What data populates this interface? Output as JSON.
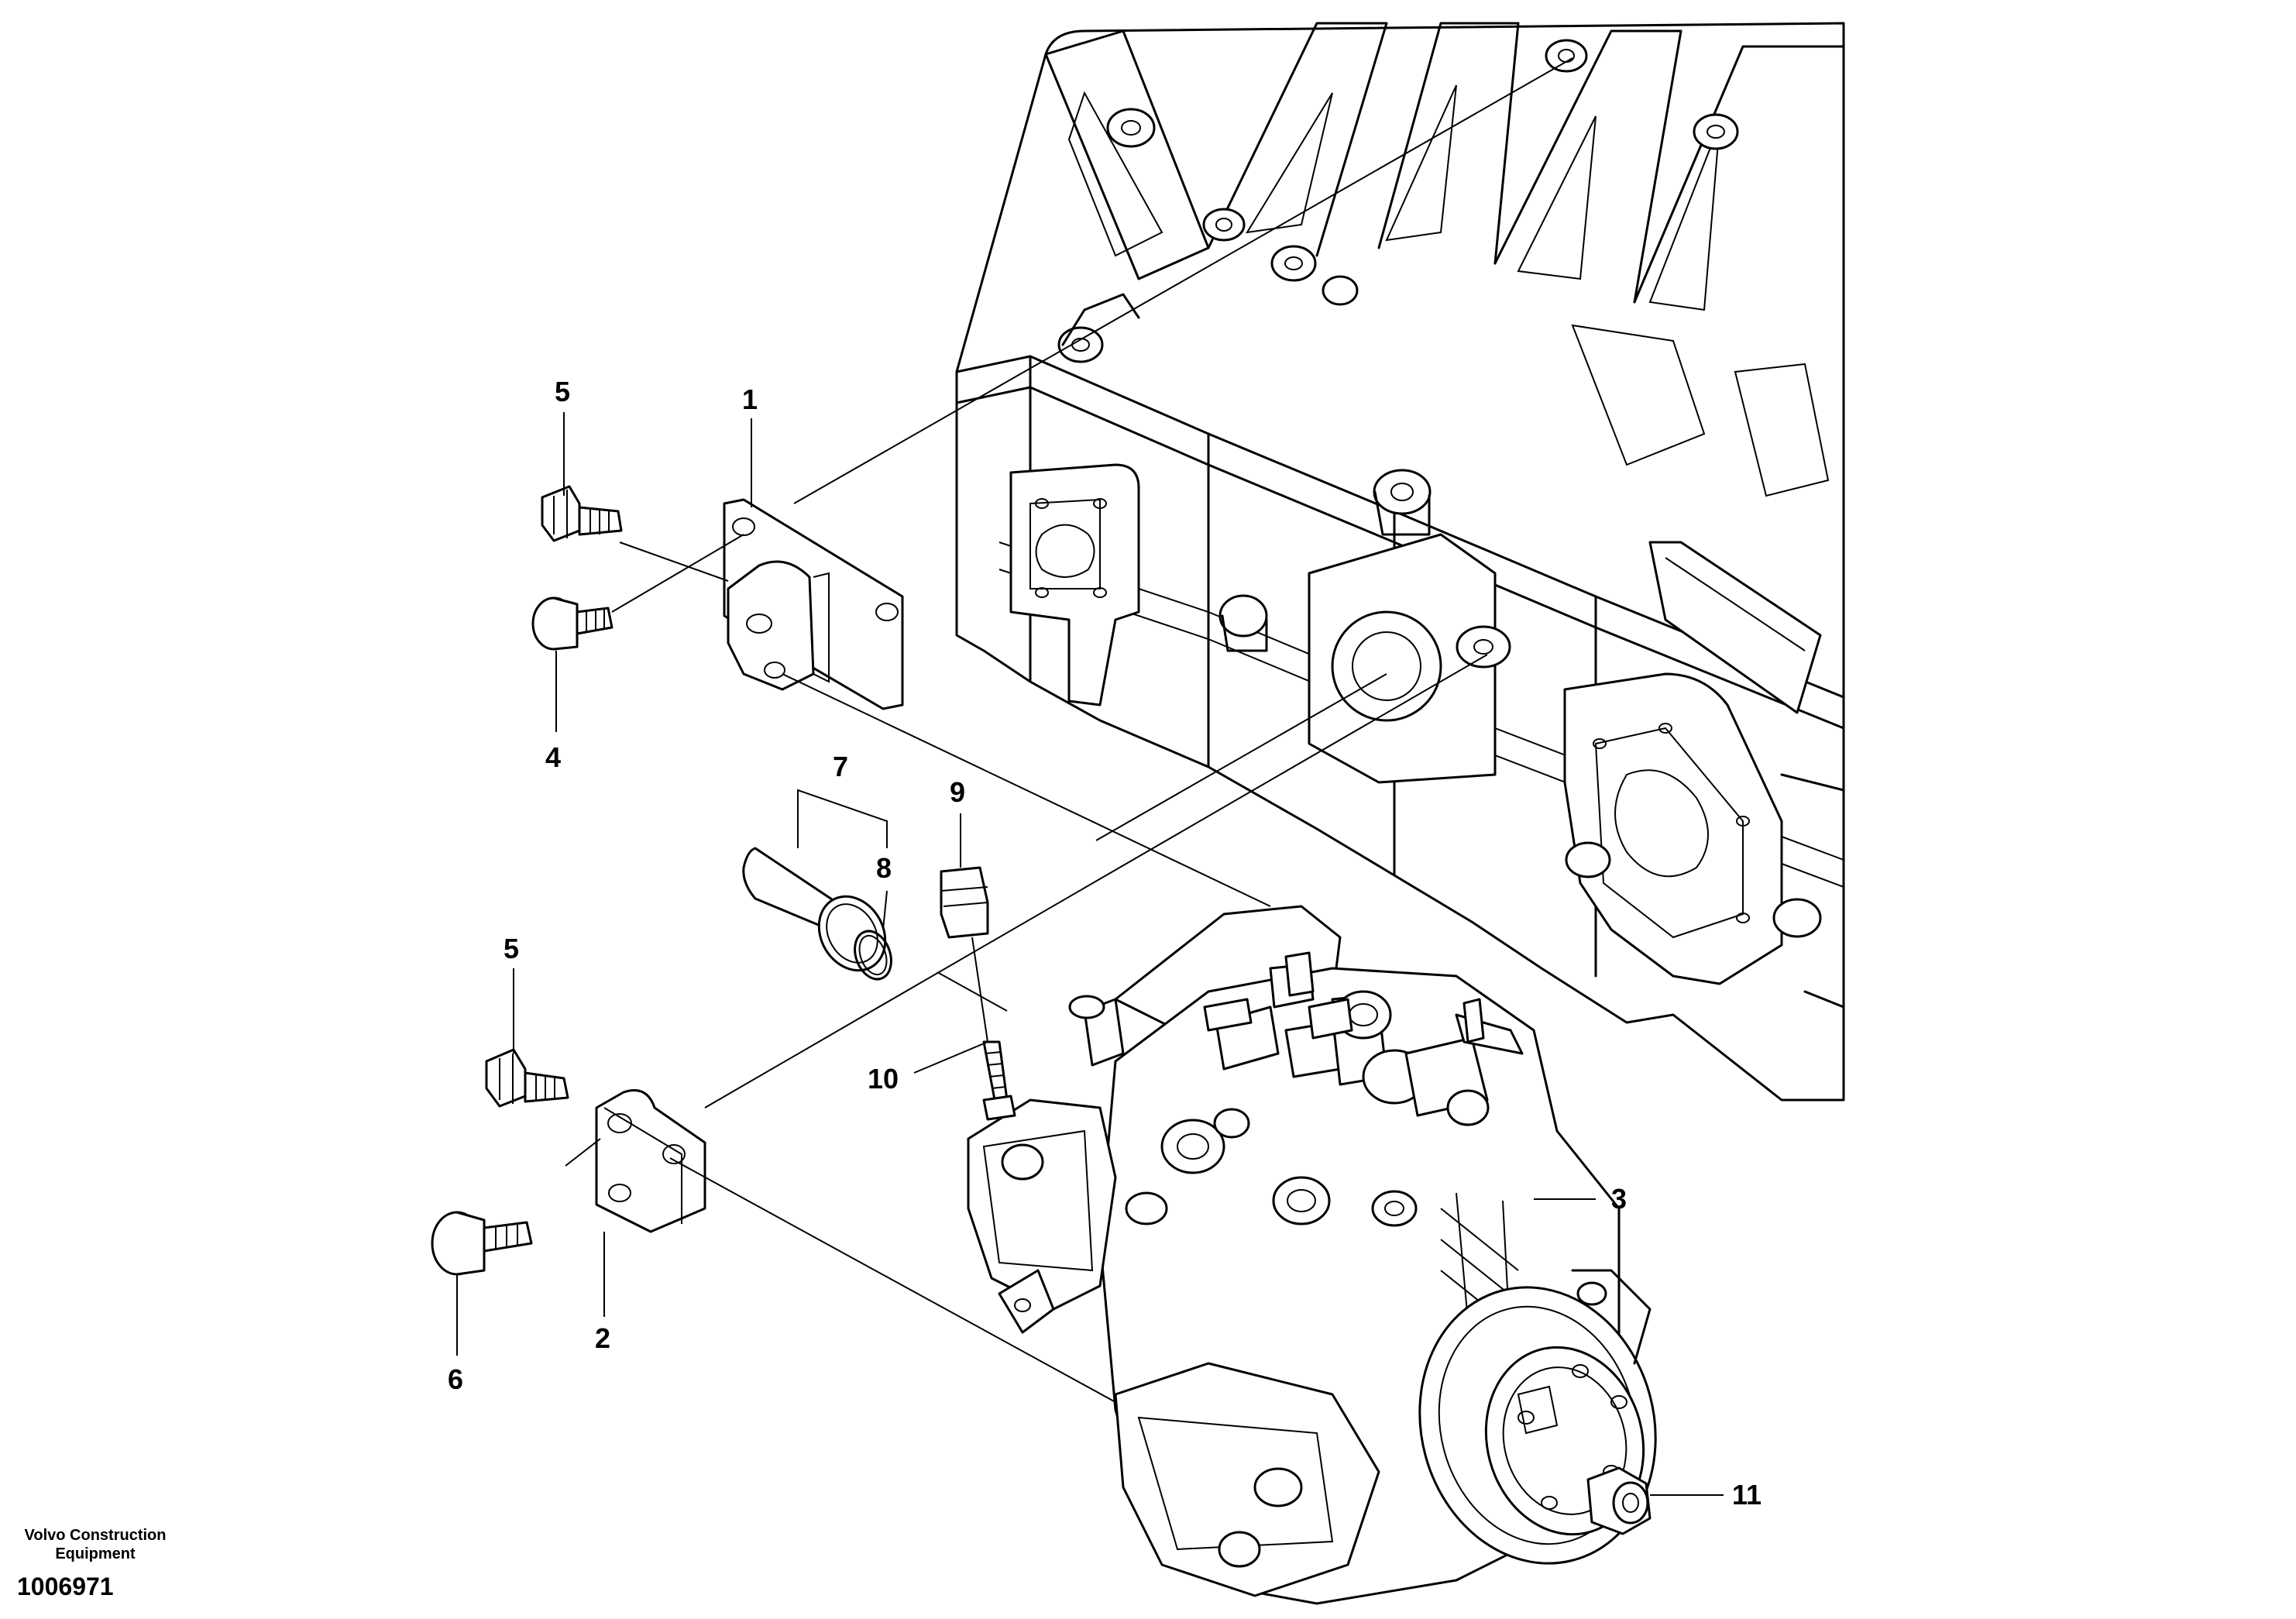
{
  "callouts": [
    {
      "id": "1",
      "label": "1"
    },
    {
      "id": "2",
      "label": "2"
    },
    {
      "id": "3",
      "label": "3"
    },
    {
      "id": "4",
      "label": "4"
    },
    {
      "id": "5a",
      "label": "5"
    },
    {
      "id": "5b",
      "label": "5"
    },
    {
      "id": "6",
      "label": "6"
    },
    {
      "id": "7",
      "label": "7"
    },
    {
      "id": "8",
      "label": "8"
    },
    {
      "id": "9",
      "label": "9"
    },
    {
      "id": "10",
      "label": "10"
    },
    {
      "id": "11",
      "label": "11"
    }
  ],
  "footer": {
    "credit_line1": "Volvo Construction",
    "credit_line2": "Equipment",
    "diagram_number": "1006971"
  }
}
